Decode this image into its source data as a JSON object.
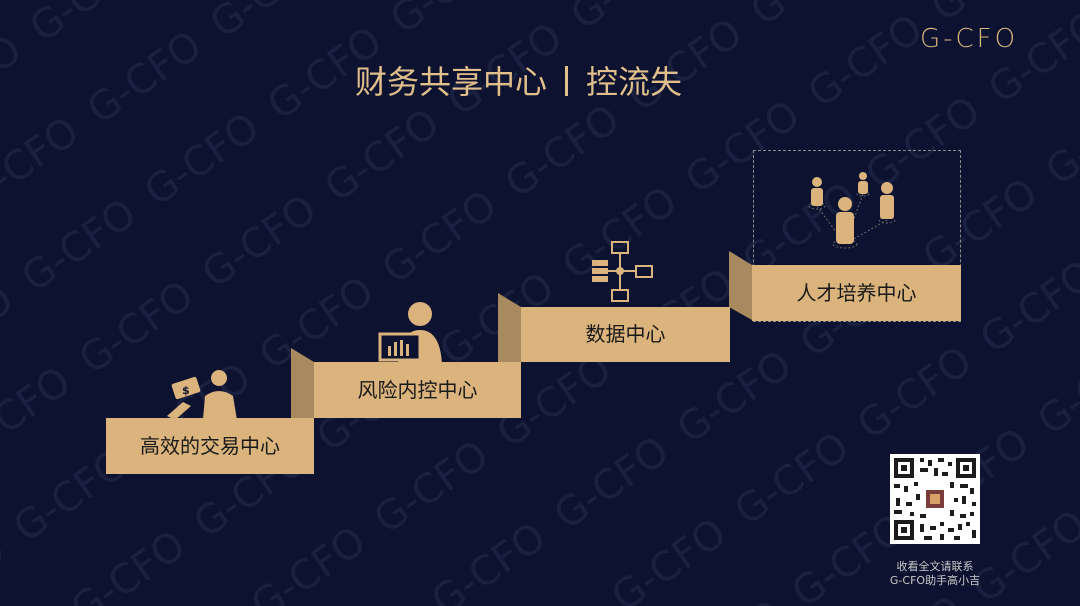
{
  "brand": {
    "logo_text": "G-CFO"
  },
  "header": {
    "title_left": "财务共享中心",
    "title_right": "控流失"
  },
  "steps": [
    {
      "label": "高效的交易中心",
      "icon": "trader-person-icon"
    },
    {
      "label": "风险内控中心",
      "icon": "analyst-monitor-icon"
    },
    {
      "label": "数据中心",
      "icon": "server-network-icon"
    },
    {
      "label": "人才培养中心",
      "icon": "team-people-icon"
    }
  ],
  "qr": {
    "caption_line1": "收看全文请联系",
    "caption_line2": "G-CFO助手高小吉"
  },
  "colors": {
    "background": "#0c1230",
    "gold": "#dbb37c",
    "gold_dark": "#a88a5e"
  }
}
